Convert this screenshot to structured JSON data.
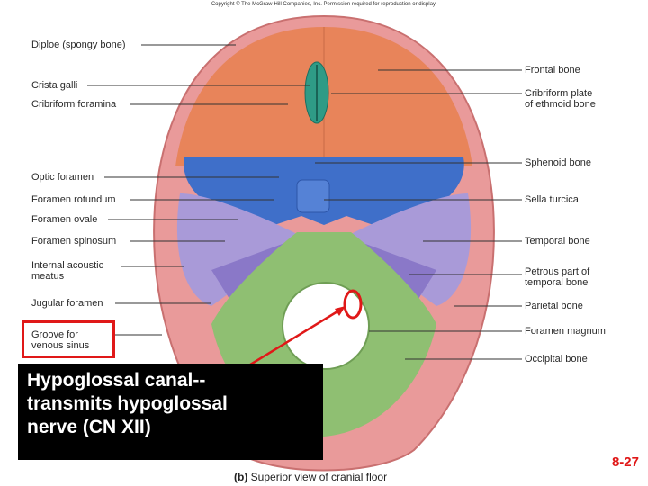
{
  "copyright": "Copyright © The McGraw-Hill Companies, Inc. Permission required for reproduction or display.",
  "left_labels": {
    "diploe": "Diploe (spongy bone)",
    "crista_galli": "Crista galli",
    "cribriform_foramina": "Cribriform foramina",
    "optic_foramen": "Optic foramen",
    "foramen_rotundum": "Foramen rotundum",
    "foramen_ovale": "Foramen ovale",
    "foramen_spinosum": "Foramen spinosum",
    "internal_acoustic_1": "Internal acoustic",
    "internal_acoustic_2": "meatus",
    "jugular_foramen": "Jugular foramen",
    "groove_1": "Groove for",
    "groove_2": "venous sinus"
  },
  "right_labels": {
    "frontal_bone": "Frontal bone",
    "cribriform_plate_1": "Cribriform plate",
    "cribriform_plate_2": "of ethmoid bone",
    "sphenoid_bone": "Sphenoid bone",
    "sella_turcica": "Sella turcica",
    "temporal_bone": "Temporal bone",
    "petrous_1": "Petrous part of",
    "petrous_2": "temporal bone",
    "parietal_bone": "Parietal bone",
    "foramen_magnum": "Foramen magnum",
    "occipital_bone": "Occipital bone"
  },
  "callout": {
    "line1": "Hypoglossal canal--",
    "line2": "transmits hypoglossal",
    "line3": "nerve (CN XII)"
  },
  "caption": {
    "part": "(b)",
    "text": "Superior view of cranial floor"
  },
  "slide_number": "8-27",
  "colors": {
    "frontal": "#e8845a",
    "sphenoid": "#3f6fc9",
    "temporal": "#a99ad8",
    "occipital": "#8fbf72",
    "parietal": "#e99a9a",
    "ethmoid": "#2f9b86",
    "highlight": "#e01818"
  }
}
